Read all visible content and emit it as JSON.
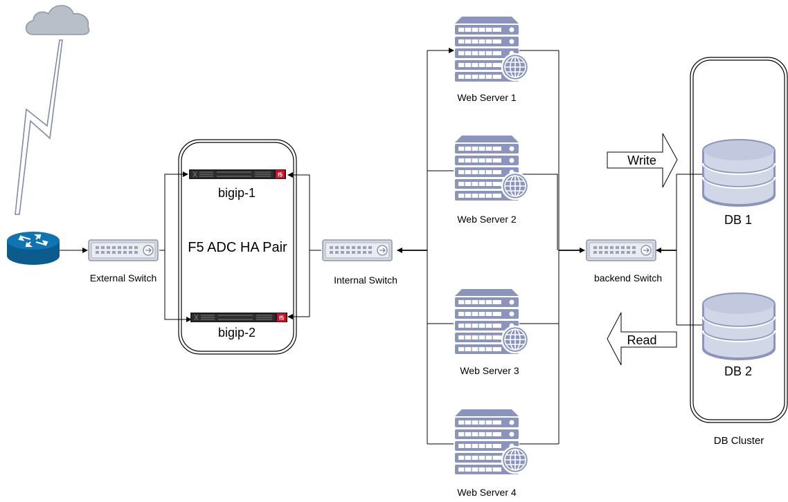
{
  "labels": {
    "external_switch": "External Switch",
    "internal_switch": "Internal Switch",
    "backend_switch": "backend Switch",
    "bigip1": "bigip-1",
    "bigip2": "bigip-2",
    "ha_pair": "F5 ADC HA Pair",
    "web1": "Web Server 1",
    "web2": "Web Server 2",
    "web3": "Web Server 3",
    "web4": "Web Server 4",
    "db1": "DB 1",
    "db2": "DB 2",
    "db_cluster": "DB Cluster",
    "write": "Write",
    "read": "Read",
    "f5_badge": "f5"
  },
  "colors": {
    "cloud": "#b8bfc9",
    "cloud_stroke": "#8e97a3",
    "lightning_fill": "#ffffff",
    "lightning_stroke": "#7f8aa6",
    "router": "#0b5b8c",
    "server_fill": "#8a94bc",
    "server_slot": "#ffffff",
    "switch_fill": "#cdd2dc",
    "f5_red": "#d0102a",
    "line": "#000000"
  },
  "icons": {
    "cloud": "cloud-icon",
    "lightning": "lightning-icon",
    "router": "router-icon",
    "switch": "switch-icon",
    "appliance": "f5-appliance-icon",
    "server": "web-server-icon",
    "globe": "globe-icon",
    "database": "database-icon"
  }
}
